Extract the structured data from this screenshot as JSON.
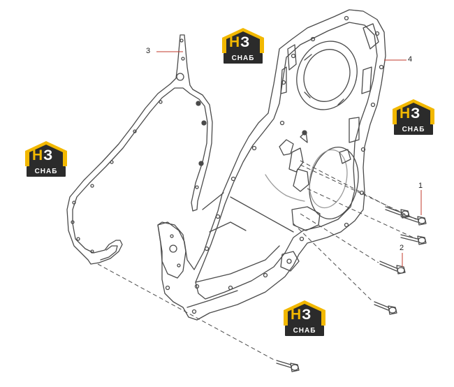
{
  "callouts": [
    {
      "id": "1",
      "text": "1"
    },
    {
      "id": "2",
      "text": "2"
    },
    {
      "id": "3",
      "text": "3"
    },
    {
      "id": "4",
      "text": "4"
    }
  ],
  "watermark": {
    "mark_letters": "НЗ",
    "mark_letter_1": "Н",
    "mark_letter_2": "З",
    "brand_word": "СНАБ",
    "colors": {
      "roof": "#f2b800",
      "plate": "#2b2b2b",
      "text": "#ffffff"
    }
  },
  "colors": {
    "line": "#4a4a4a",
    "callout_line": "#c0392b",
    "shade": "#9a9a9a"
  }
}
